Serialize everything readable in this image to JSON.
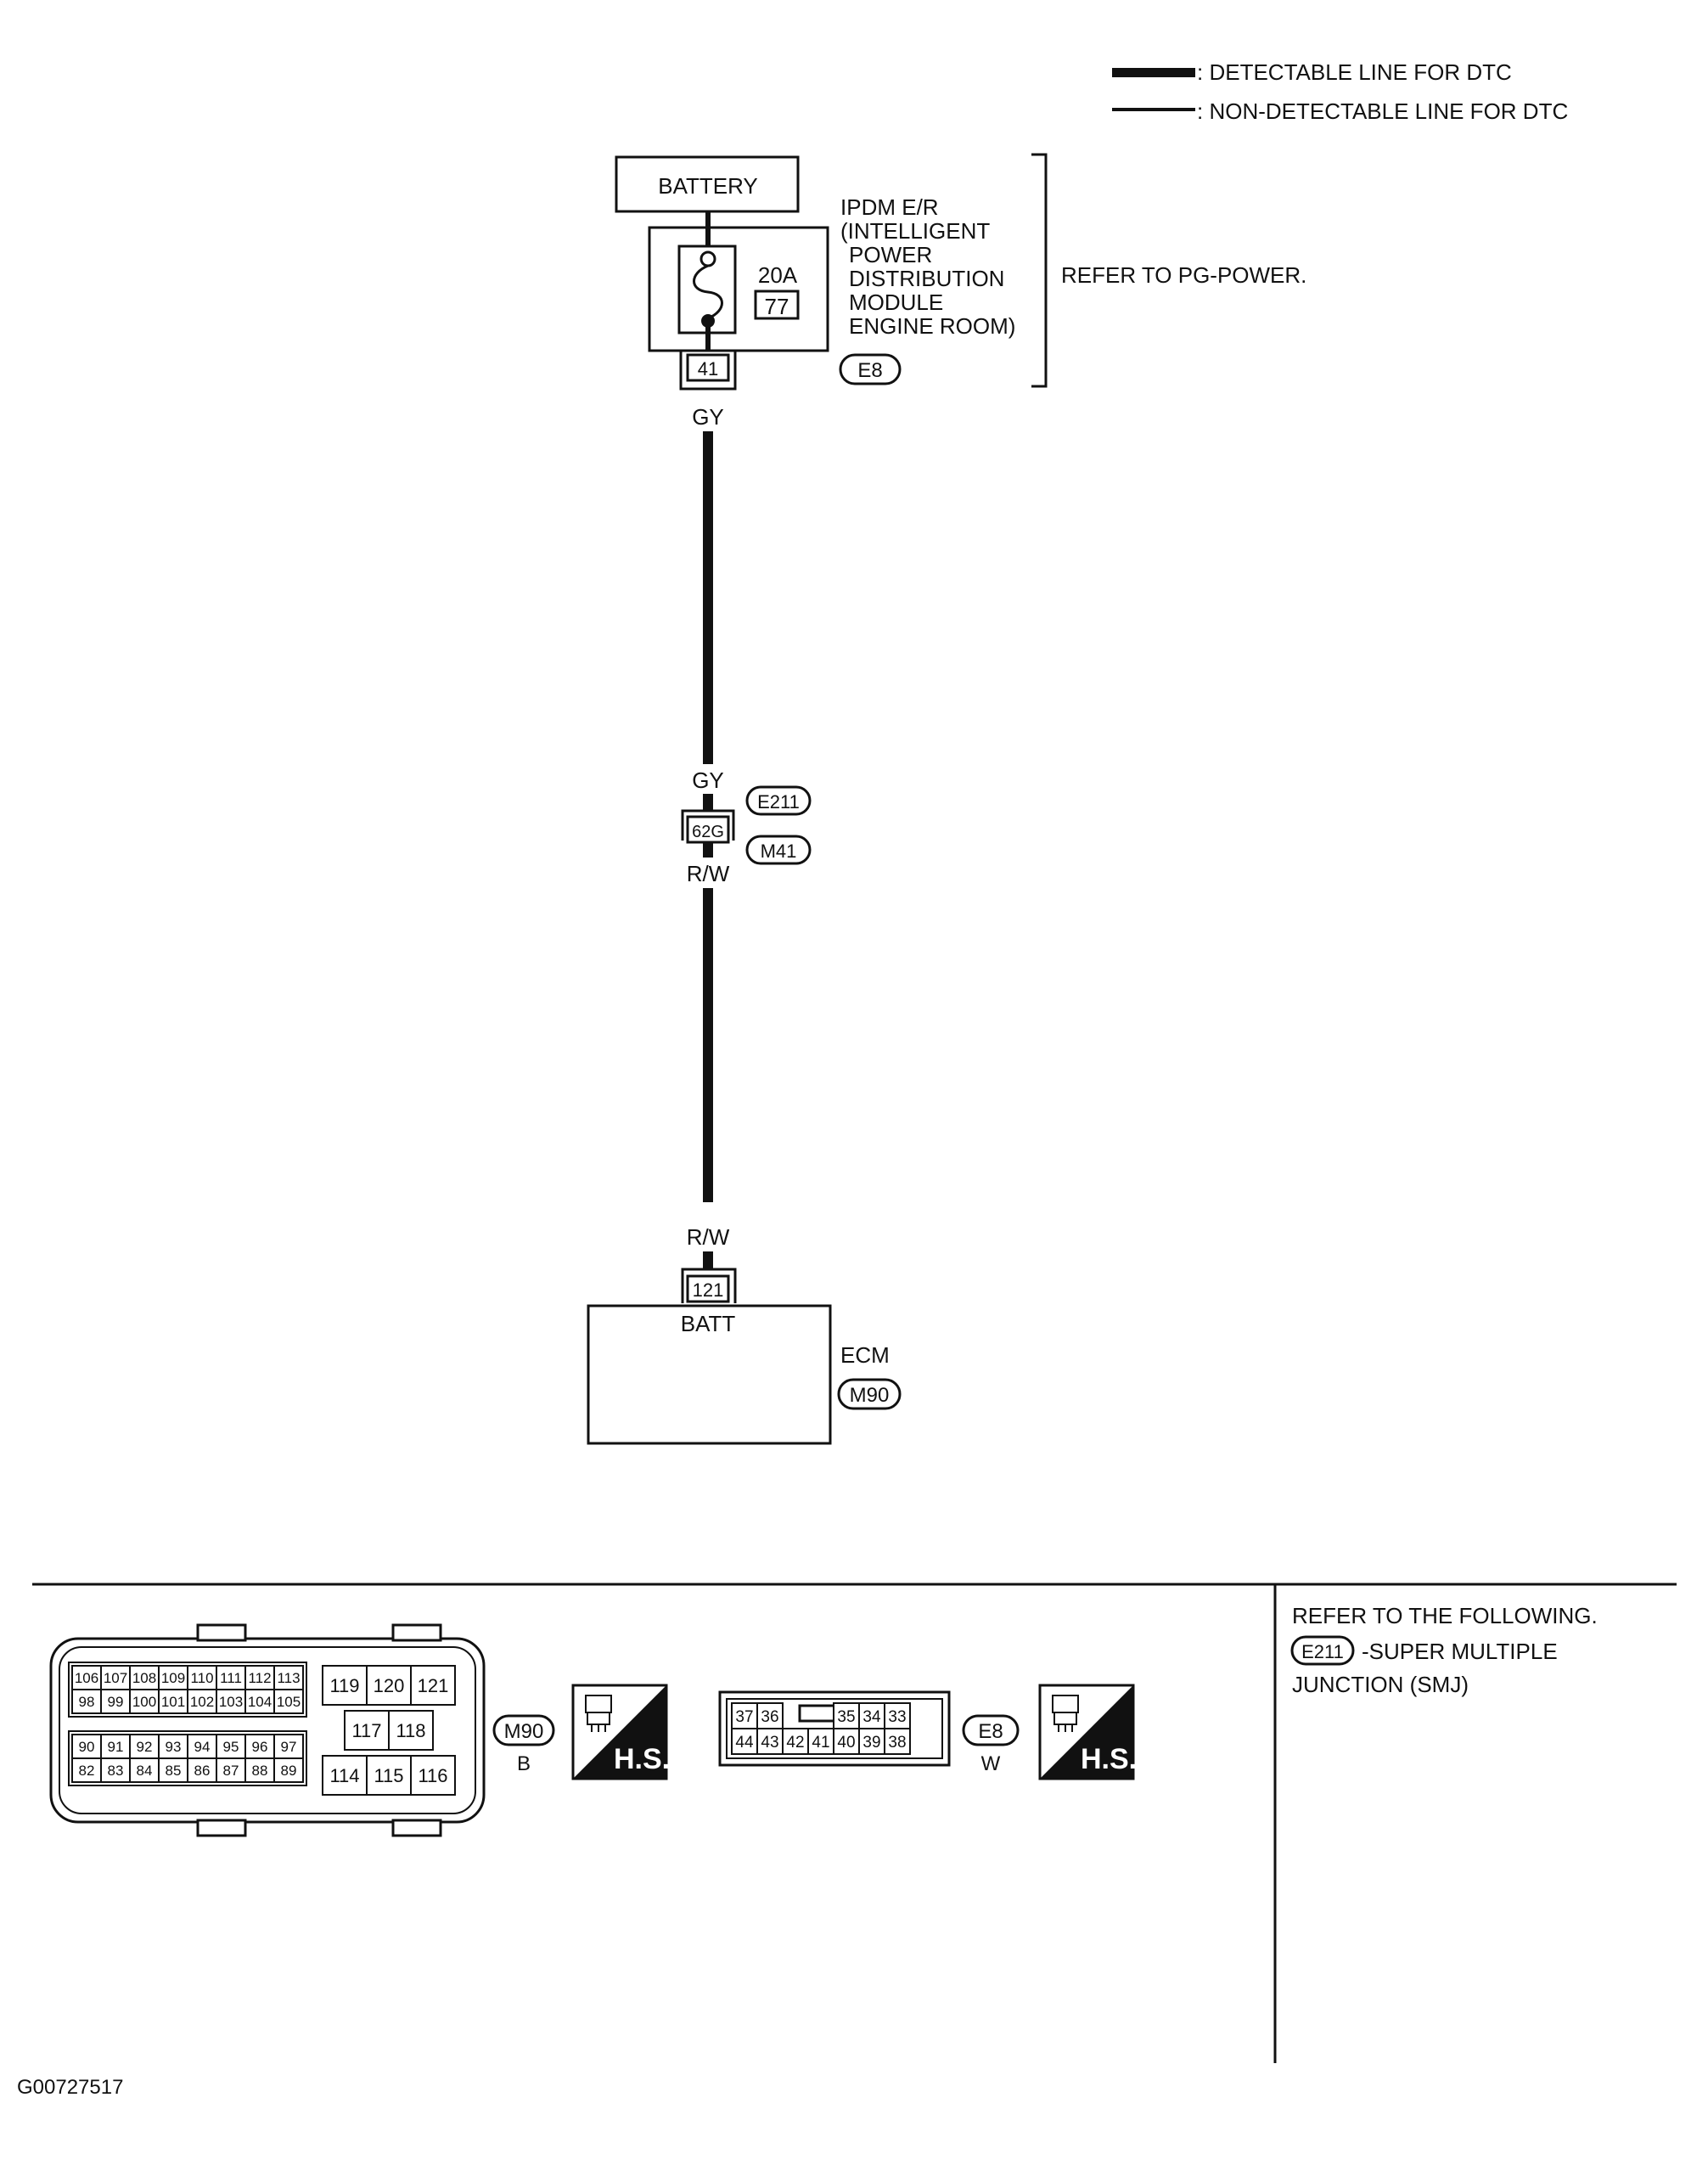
{
  "legend": {
    "detectable_label": ": DETECTABLE LINE FOR DTC",
    "non_detectable_label": ": NON-DETECTABLE LINE FOR DTC"
  },
  "battery": {
    "label": "BATTERY"
  },
  "ipdm": {
    "name_lines": [
      "IPDM E/R",
      "(INTELLIGENT",
      "POWER",
      "DISTRIBUTION",
      "MODULE",
      "ENGINE ROOM)"
    ],
    "fuse_rating": "20A",
    "fuse_number": "77",
    "terminal": "41",
    "connector": "E8",
    "refer_note": "REFER TO PG-POWER."
  },
  "wire_upper": {
    "color_top": "GY",
    "color_bottom": "GY"
  },
  "joint": {
    "terminal": "62G",
    "connector_top": "E211",
    "connector_bottom": "M41"
  },
  "wire_lower": {
    "color_top": "R/W",
    "color_bottom": "R/W"
  },
  "ecm": {
    "name": "ECM",
    "terminal": "121",
    "terminal_label": "BATT",
    "connector": "M90"
  },
  "connector_m90": {
    "id": "M90",
    "color_code": "B",
    "hs_label": "H.S.",
    "left_block_rows": [
      [
        "106",
        "107",
        "108",
        "109",
        "110",
        "111",
        "112",
        "113"
      ],
      [
        "98",
        "99",
        "100",
        "101",
        "102",
        "103",
        "104",
        "105"
      ],
      [
        "90",
        "91",
        "92",
        "93",
        "94",
        "95",
        "96",
        "97"
      ],
      [
        "82",
        "83",
        "84",
        "85",
        "86",
        "87",
        "88",
        "89"
      ]
    ],
    "right_block_rows": [
      [
        "119",
        "120",
        "121"
      ],
      [
        "117",
        "118"
      ],
      [
        "114",
        "115",
        "116"
      ]
    ]
  },
  "connector_e8": {
    "id": "E8",
    "color_code": "W",
    "hs_label": "H.S.",
    "top_left": [
      "37",
      "36"
    ],
    "top_right": [
      "35",
      "34",
      "33"
    ],
    "bottom_row": [
      "44",
      "43",
      "42",
      "41",
      "40",
      "39",
      "38"
    ]
  },
  "refer_panel": {
    "title": "REFER TO THE FOLLOWING.",
    "connector": "E211",
    "line1": "-SUPER MULTIPLE",
    "line2": "JUNCTION (SMJ)"
  },
  "figure_code": "G00727517"
}
